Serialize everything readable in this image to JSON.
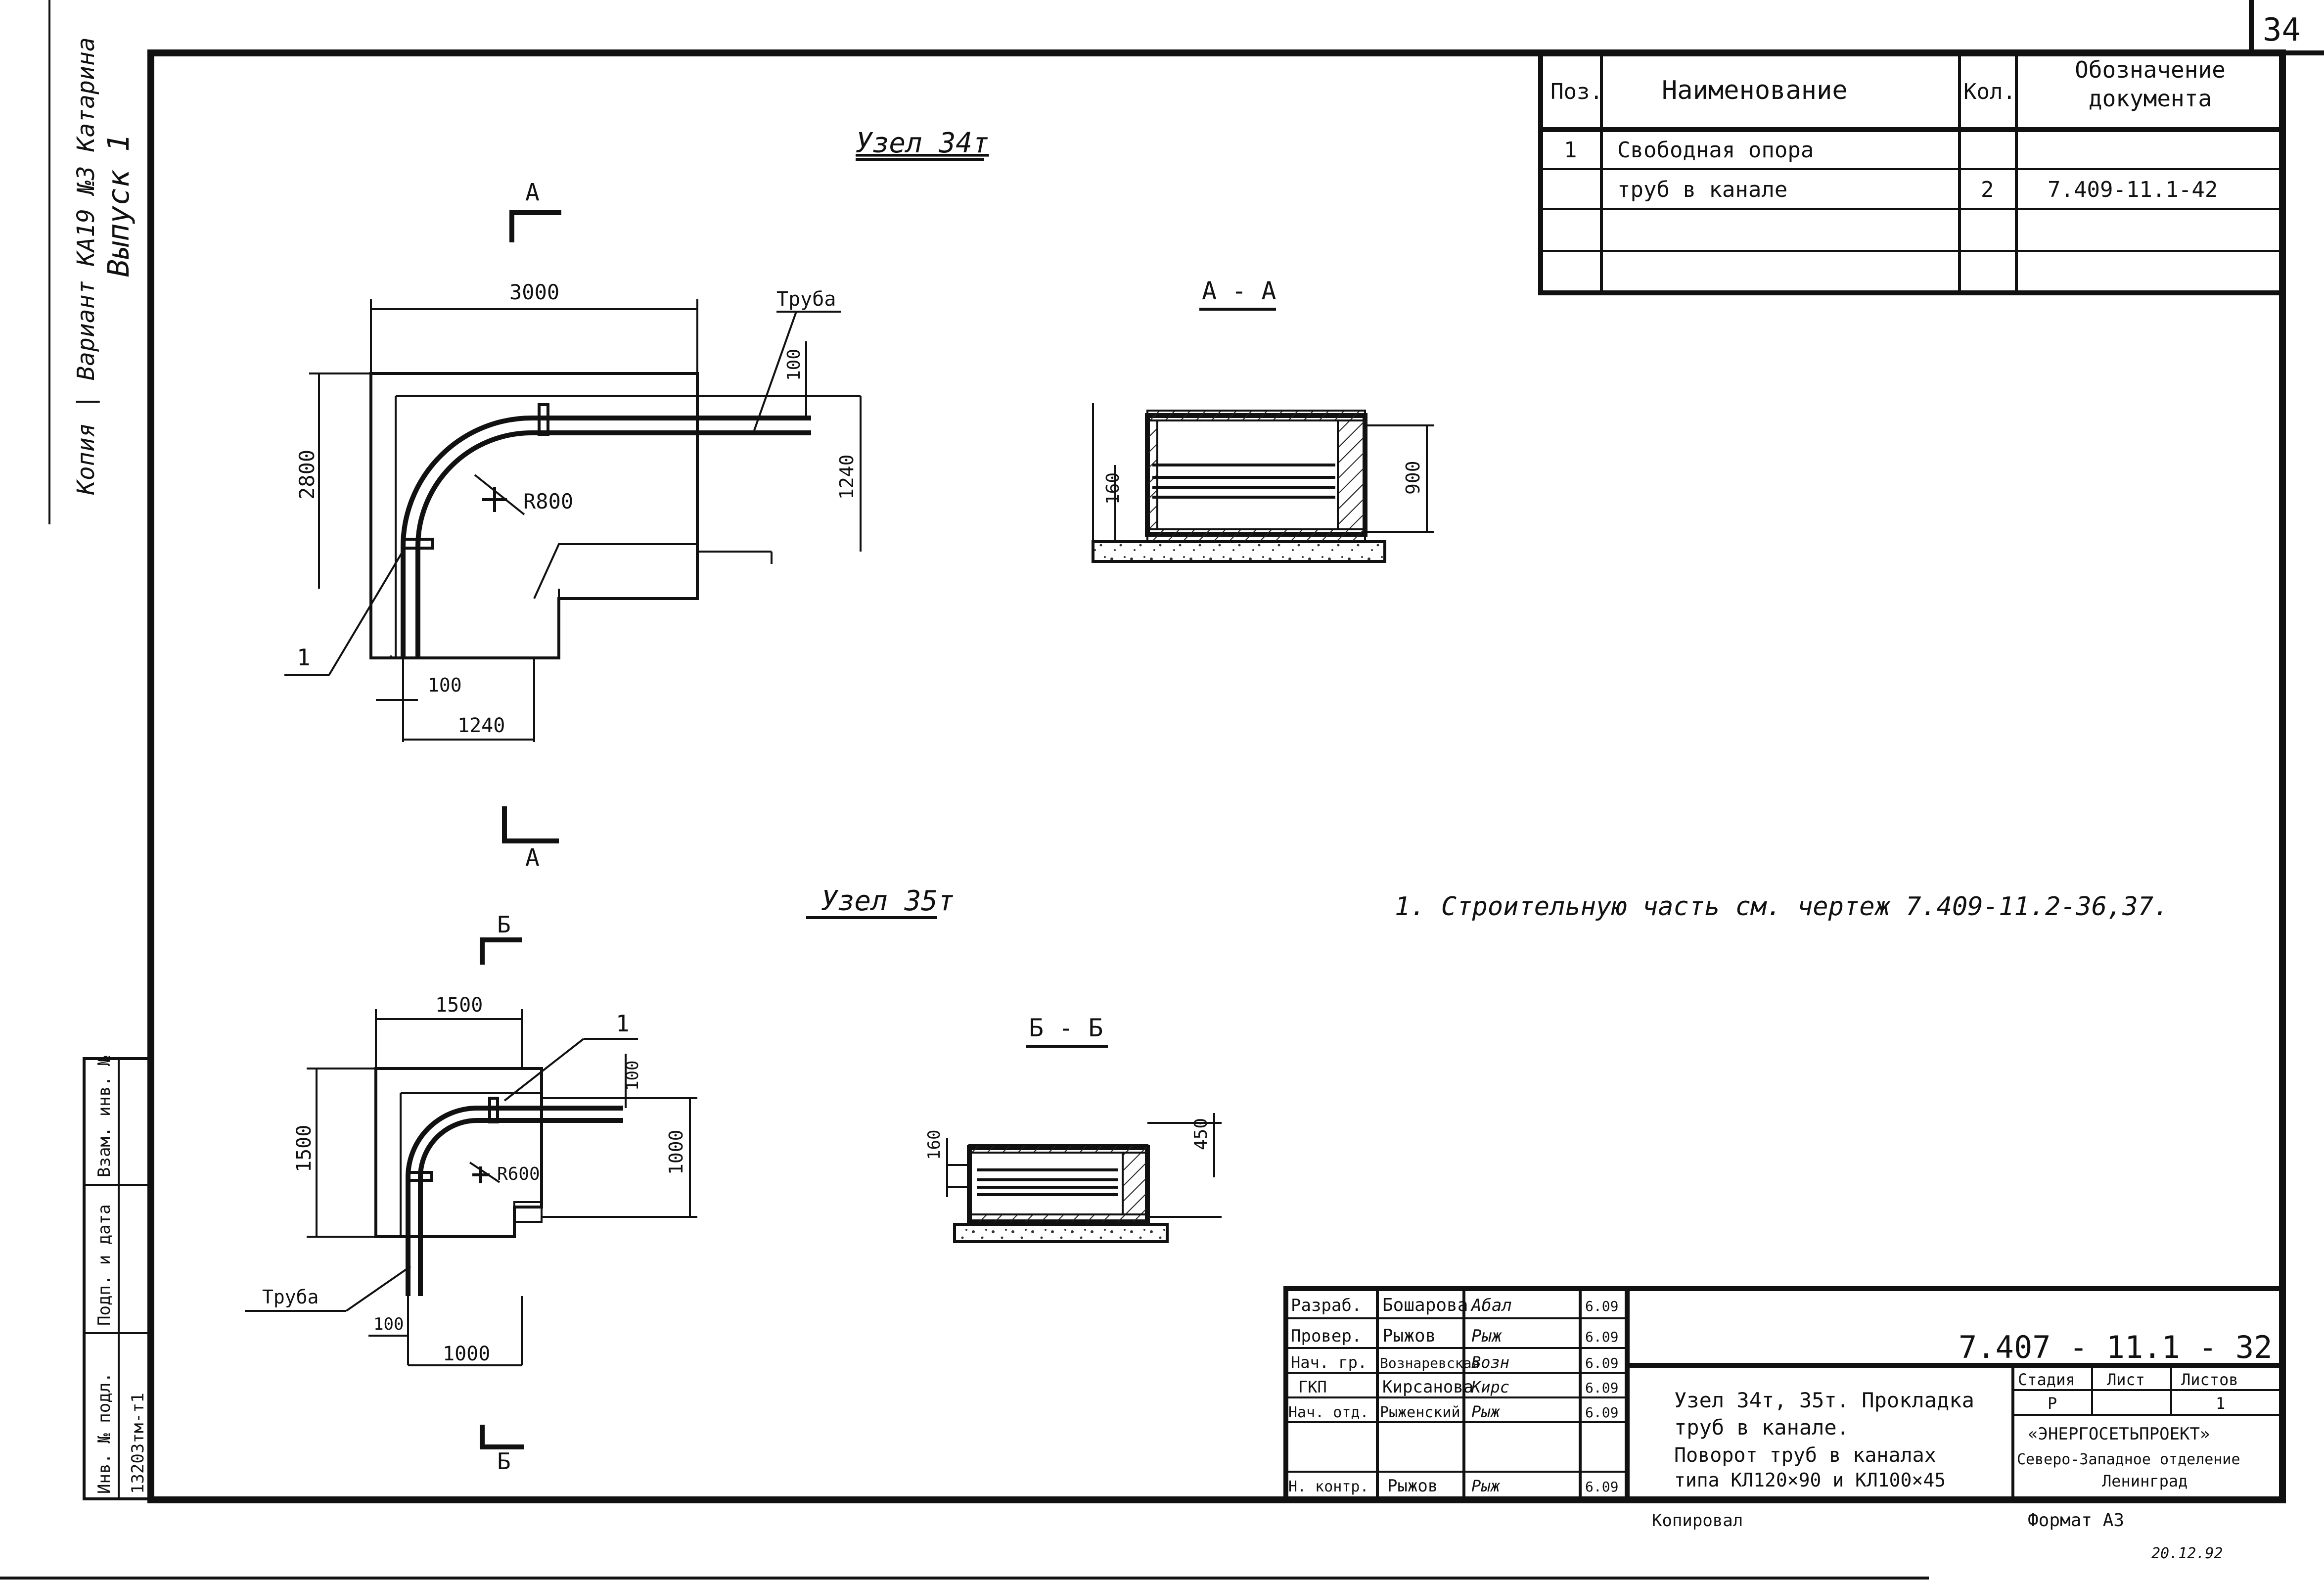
{
  "sheet_number": "34",
  "margin_notes": {
    "copy_line": "Копия | Вариант КА19 №3 Катарина",
    "issue": "Выпуск 1"
  },
  "left_stamp": {
    "labels": [
      "Инв. № подл.",
      "Подп. и дата",
      "Взам. инв. №"
    ],
    "inv_value": "13203тм-т1"
  },
  "spec_table": {
    "headers": [
      "Поз.",
      "Наименование",
      "Кол.",
      "Обозначение документа"
    ],
    "rows": [
      {
        "pos": "1",
        "name": "Свободная опора",
        "qty": "",
        "doc": ""
      },
      {
        "pos": "",
        "name": "труб в канале",
        "qty": "2",
        "doc": "7.409-11.1-42"
      },
      {
        "pos": "",
        "name": "",
        "qty": "",
        "doc": ""
      },
      {
        "pos": "",
        "name": "",
        "qty": "",
        "doc": ""
      }
    ]
  },
  "node34": {
    "title": "Узел 34т",
    "dims": {
      "top": "3000",
      "left": "2800",
      "right": "1240",
      "pipe_offset": "100",
      "bottom_inner": "100",
      "bottom": "1240"
    },
    "radius": "R800",
    "pipe_label": "Труба",
    "pos_callout": "1",
    "cut_label": "А"
  },
  "section_aa": {
    "title": "А - А",
    "dim_left": "160",
    "dim_right": "900"
  },
  "node35": {
    "title": "Узел 35т",
    "dims": {
      "top": "1500",
      "left": "1500",
      "right": "1000",
      "pipe_offset": "100",
      "bottom_inner": "100",
      "bottom": "1000"
    },
    "radius": "R600",
    "pipe_label": "Труба",
    "pos_callout": "1",
    "cut_label": "Б"
  },
  "section_bb": {
    "title": "Б - Б",
    "dim_left": "160",
    "dim_right": "450"
  },
  "note": "1. Строительную часть см. чертеж 7.409-11.2-36,37.",
  "title_block": {
    "signatures": [
      {
        "role": "Разраб.",
        "name": "Бошарова",
        "sign": "Абал",
        "date": "6.09"
      },
      {
        "role": "Провер.",
        "name": "Рыжов",
        "sign": "Рыж",
        "date": "6.09"
      },
      {
        "role": "Нач. гр.",
        "name": "Вознаревская",
        "sign": "Возн",
        "date": "6.09"
      },
      {
        "role": "ГКП",
        "name": "Кирсанова",
        "sign": "Кирс",
        "date": "6.09"
      },
      {
        "role": "Нач. отд.",
        "name": "Рыженский",
        "sign": "Рыж",
        "date": "6.09"
      },
      {
        "role": "Н. контр.",
        "name": "Рыжов",
        "sign": "Рыж",
        "date": "6.09"
      }
    ],
    "doc_code": "7.407 - 11.1 - 32",
    "description": [
      "Узел 34т, 35т. Прокладка",
      "труб в канале.",
      "Поворот труб в каналах",
      "типа КЛ120×90 и КЛ100×45"
    ],
    "stage_headers": [
      "Стадия",
      "Лист",
      "Листов"
    ],
    "stage_values": [
      "Р",
      "",
      "1"
    ],
    "org": [
      "«ЭНЕРГОСЕТЬПРОЕКТ»",
      "Северо-Западное отделение",
      "Ленинград"
    ],
    "copied": "Копировал",
    "format": "Формат А3",
    "stamp_note": "20.12.92"
  }
}
